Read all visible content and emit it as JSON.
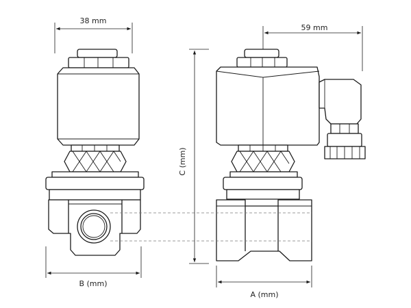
{
  "dimensions": {
    "width_top": "38 mm",
    "connector_offset": "59 mm",
    "height": "C (mm)",
    "body_width": "B (mm)",
    "body_length": "A (mm)"
  },
  "colors": {
    "line": "#1a1a1a",
    "hidden_line": "#777777",
    "background": "#ffffff"
  }
}
